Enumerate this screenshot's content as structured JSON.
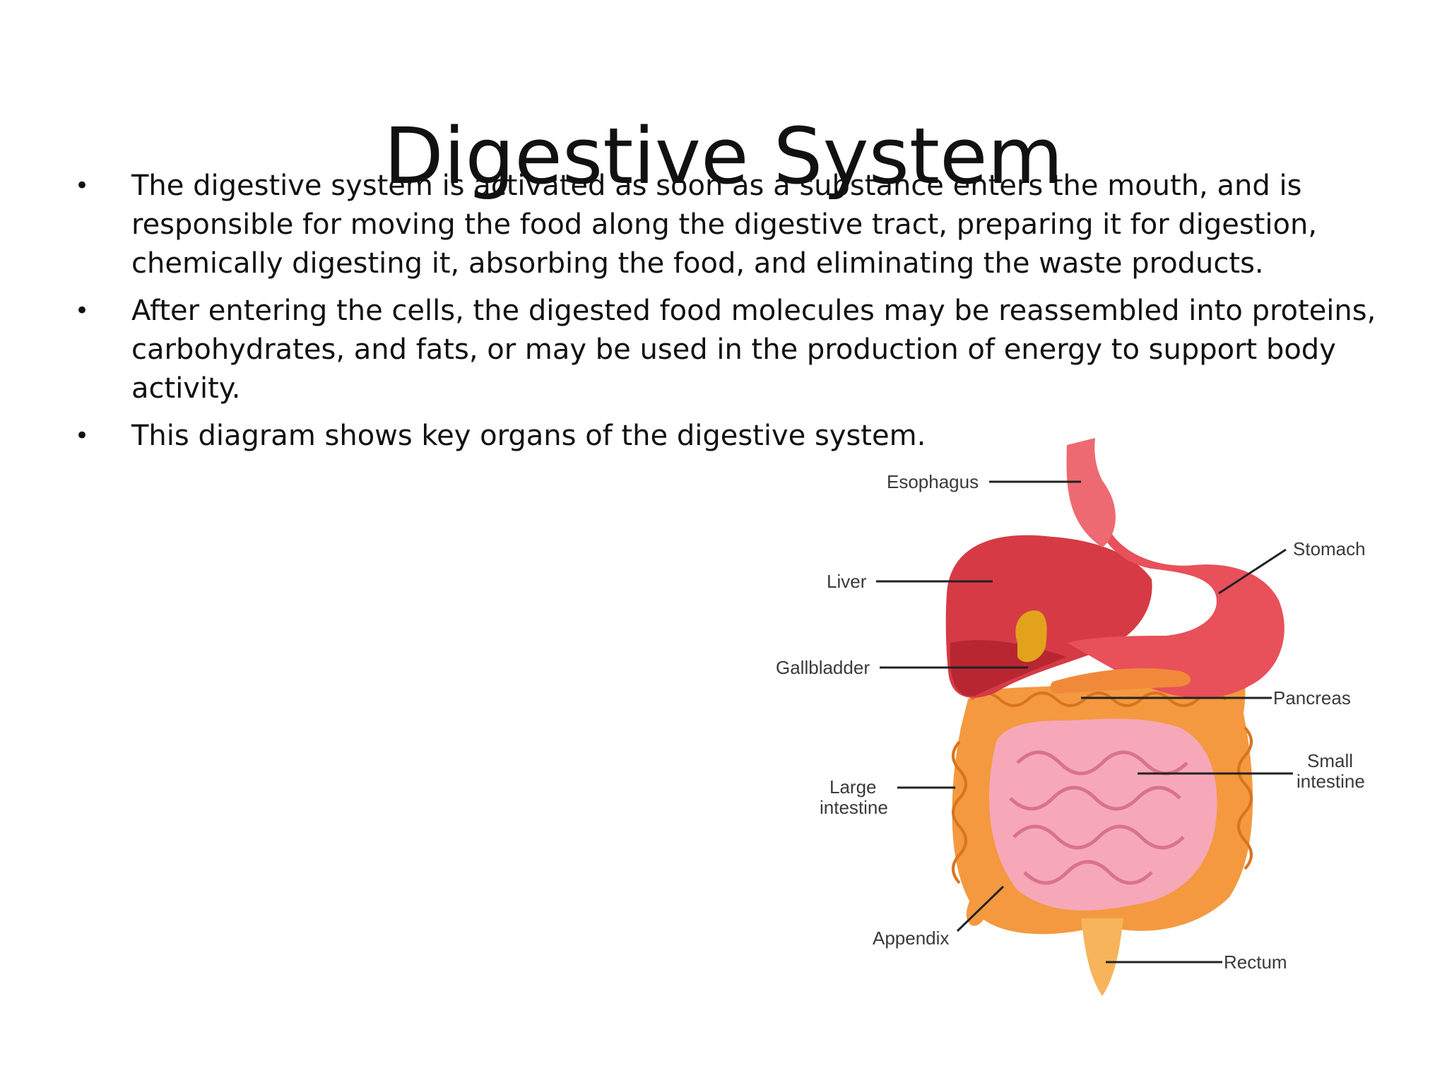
{
  "slide": {
    "title": "Digestive System",
    "bullets": [
      "The digestive system is activated as soon as a substance enters the mouth, and is responsible for moving the food along the digestive tract, preparing it for digestion, chemically digesting it, absorbing the food, and eliminating the waste products.",
      "After entering the cells, the digested food molecules may be reassembled into proteins, carbohydrates, and fats, or may be used in the production of energy to support body activity.",
      "This diagram shows key organs of the digestive system."
    ],
    "bullet_symbol": "•"
  },
  "diagram": {
    "labels": {
      "esophagus": "Esophagus",
      "stomach": "Stomach",
      "liver": "Liver",
      "gallbladder": "Gallbladder",
      "pancreas": "Pancreas",
      "small_intestine_line1": "Small",
      "small_intestine_line2": "intestine",
      "large_intestine_line1": "Large",
      "large_intestine_line2": "intestine",
      "appendix": "Appendix",
      "rectum": "Rectum"
    },
    "colors": {
      "liver": "#d63b45",
      "liver_dark": "#b82632",
      "stomach": "#e8505a",
      "esophagus": "#ee6a72",
      "gallbladder": "#e2a21c",
      "pancreas": "#f08a3a",
      "large_intestine": "#f4993f",
      "small_intestine": "#f6a8b8",
      "rectum": "#f7b45a",
      "leader_line": "#222222"
    }
  }
}
